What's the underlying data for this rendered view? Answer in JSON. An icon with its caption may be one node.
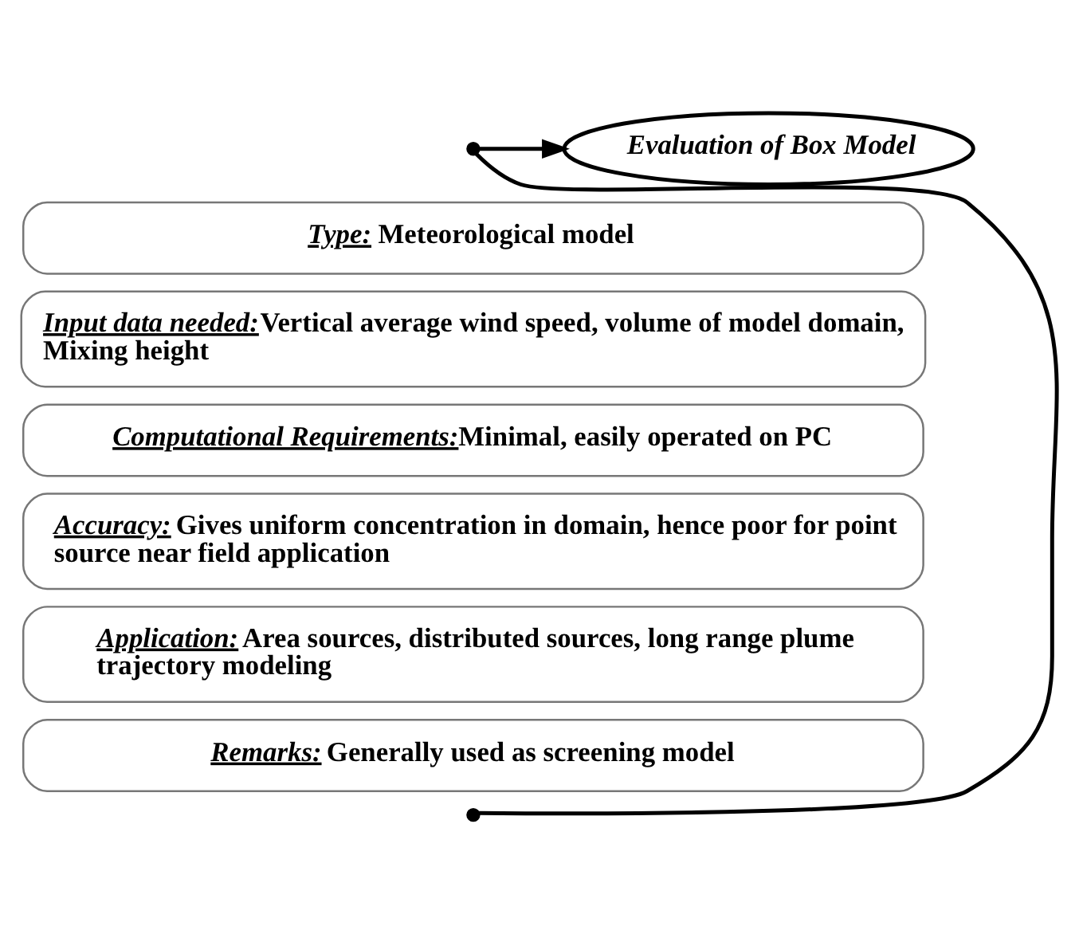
{
  "diagram": {
    "nodes": [
      {
        "text": [],
        "shape": "circle"
      },
      {
        "text": [
          "Evaluation of Box Model"
        ]
      },
      {
        "text": [
          "Type:",
          "Meteorological model"
        ]
      },
      {
        "text": [
          "Input data needed:",
          "Vertical average wind speed, volume of model domain, Mixing height"
        ]
      },
      {
        "text": [
          "Computational Requirements:",
          "Minimal, easily operated on PC"
        ]
      },
      {
        "text": [
          "Accuracy:",
          "Gives uniform concentration in domain, hence poor for point source near field application"
        ]
      },
      {
        "text": [
          "Application:",
          "Area sources, distributed sources, long range plume trajectory modeling"
        ]
      },
      {
        "text": [
          "Remarks:",
          "Generally used as screening model"
        ]
      },
      {
        "text": [],
        "shape": "circle"
      }
    ],
    "edges": [
      {
        "from": 0,
        "to": 1,
        "arrow": "to"
      },
      {
        "from": 0,
        "to": 8,
        "arrow": "none"
      }
    ]
  }
}
